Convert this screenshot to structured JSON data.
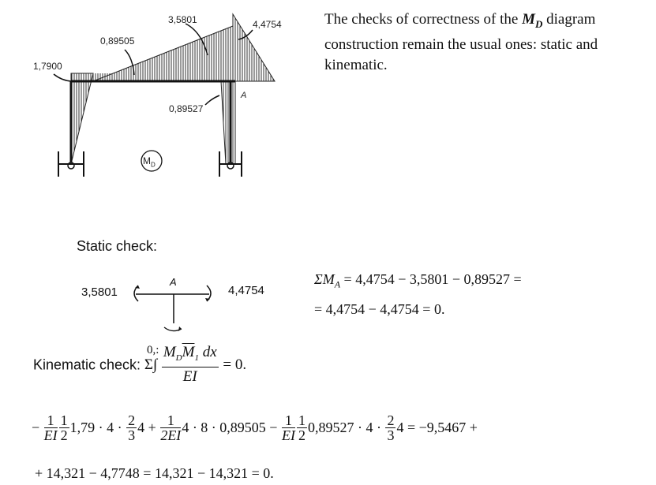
{
  "diagram": {
    "labels": {
      "left_moment": "1,7900",
      "mid_moment": "0,89505",
      "top_moment": "3,5801",
      "right_moment": "4,4754",
      "bottom_moment": "0,89527",
      "joint": "A",
      "diagram_symbol": "M",
      "diagram_subscript": "D"
    }
  },
  "paragraph": {
    "before": "The checks of correctness of the ",
    "symbol": "M",
    "subscript": "D",
    "after": " diagram construction remain the usual ones: static and kinematic."
  },
  "static": {
    "heading": "Static check:",
    "left_value": "3,5801",
    "right_value": "4,4754",
    "joint": "A",
    "eq_line1": "ΣM",
    "eq_line1_sub": "A",
    "eq_line1_rest": " = 4,4754 − 3,5801 − 0,89527 =",
    "eq_line2": "= 4,4754 − 4,4754 = 0."
  },
  "kinematic": {
    "heading": "Kinematic check:",
    "sigma": "Σ∫",
    "numerator": "M",
    "numerator_sub1": "D",
    "numerator_bar": "M",
    "numerator_sub2": "1",
    "numerator_dx": " dx",
    "denominator": "EI",
    "result": "= 0.",
    "overlap_text": "0,:"
  },
  "expression": {
    "line1": {
      "t1_sign": "−",
      "t1_num": "1",
      "t1_den": "EI",
      "t2_num": "1",
      "t2_den": "2",
      "t3": "1,79 · 4 ·",
      "t4_num": "2",
      "t4_den": "3",
      "t5": "4 +",
      "t6_num": "1",
      "t6_den": "2EI",
      "t7": "4 · 8 · 0,89505 −",
      "t8_num": "1",
      "t8_den": "EI",
      "t9_num": "1",
      "t9_den": "2",
      "t10": "0,89527 · 4 ·",
      "t11_num": "2",
      "t11_den": "3",
      "t12": "4 = −9,5467 +"
    },
    "line2": "+ 14,321 − 4,7748 = 14,321 − 14,321 = 0."
  }
}
